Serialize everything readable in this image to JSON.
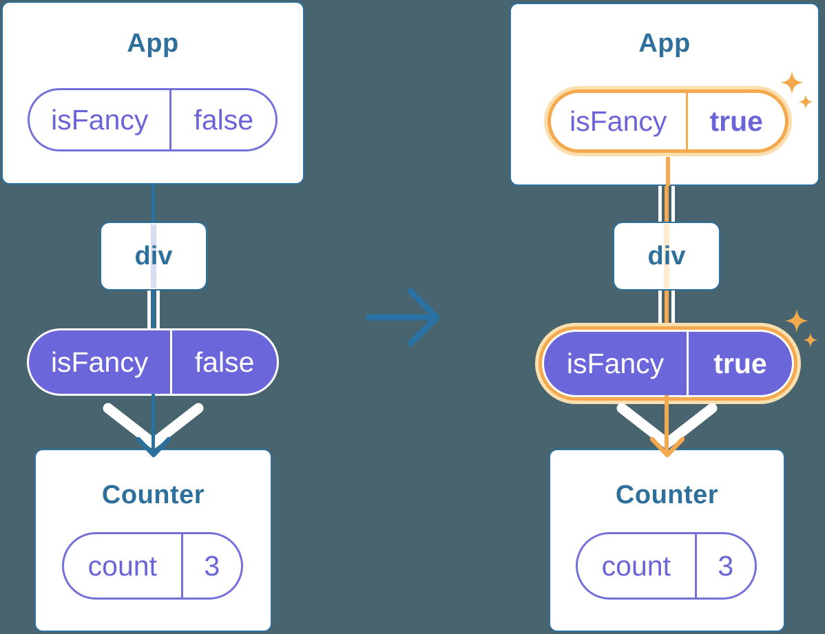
{
  "page": {
    "background_color": "#48646F",
    "description_labels": {}
  },
  "colors": {
    "card_border_teal": "#2C70A0",
    "title_text": "#2E6F9C",
    "purple_fill": "#6B66D9",
    "purple_outline": "#7470DA",
    "purple_text": "#6B64D8",
    "tree_line_teal": "#2C70A0",
    "highlight_orange": "#F5A94F",
    "highlight_glow": "#FBDFAE",
    "thread_lavender": "#D9DDF3",
    "thread_peach": "#FCEBCF",
    "arrow_white": "#FFFFFF"
  },
  "left_tree": {
    "app": {
      "title": "App",
      "state_pill": {
        "name": "isFancy",
        "value": "false"
      }
    },
    "div_box": {
      "label": "div"
    },
    "prop_pill": {
      "name": "isFancy",
      "value": "false"
    },
    "counter": {
      "title": "Counter",
      "state_pill": {
        "name": "count",
        "value": "3"
      }
    }
  },
  "right_tree": {
    "app": {
      "title": "App",
      "state_pill": {
        "name": "isFancy",
        "value": "true"
      }
    },
    "div_box": {
      "label": "div"
    },
    "prop_pill": {
      "name": "isFancy",
      "value": "true"
    },
    "counter": {
      "title": "Counter",
      "state_pill": {
        "name": "count",
        "value": "3"
      }
    }
  },
  "icons": {
    "transition": "right-arrow-icon",
    "highlight_sparkles": "sparkle-icon",
    "flow_arrow": "down-chevron-arrow-icon"
  }
}
